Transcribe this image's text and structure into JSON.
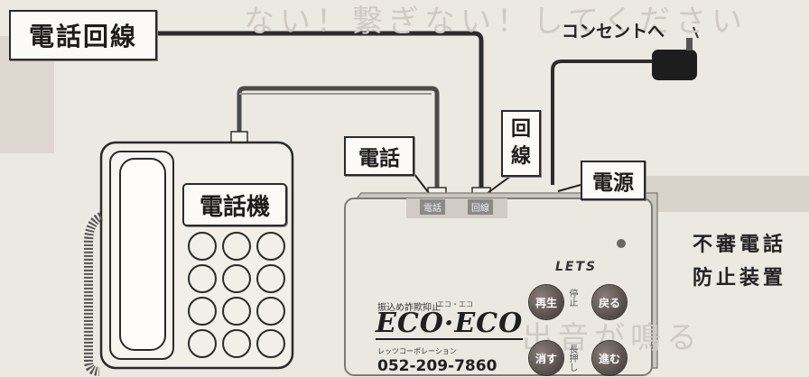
{
  "labels": {
    "phone_line": "電話回線",
    "phone_port": "電話",
    "line_port_1": "回",
    "line_port_2": "線",
    "power": "電源",
    "phone_body": "電話機",
    "outlet": "コンセントへ"
  },
  "device": {
    "name_line1": "不審電話",
    "name_line2": "防止装置",
    "port_phone_tag": "電話",
    "port_line_tag": "回線",
    "mark": "LETS",
    "brand_small": "振込め詐欺抑止",
    "brand_small_2": "エコ・エコ",
    "logo": "ECO·ECO",
    "company": "レッツコーポレーション",
    "phone_number": "052-209-7860",
    "buttons": {
      "play": "再生",
      "back": "戻る",
      "erase": "消す",
      "forward": "進む",
      "side_stop": "停止",
      "side_oshi": "長押し"
    }
  },
  "background_text": {
    "top": "ない！繋ぎない！してください",
    "bottom": "出音が鳴る"
  }
}
